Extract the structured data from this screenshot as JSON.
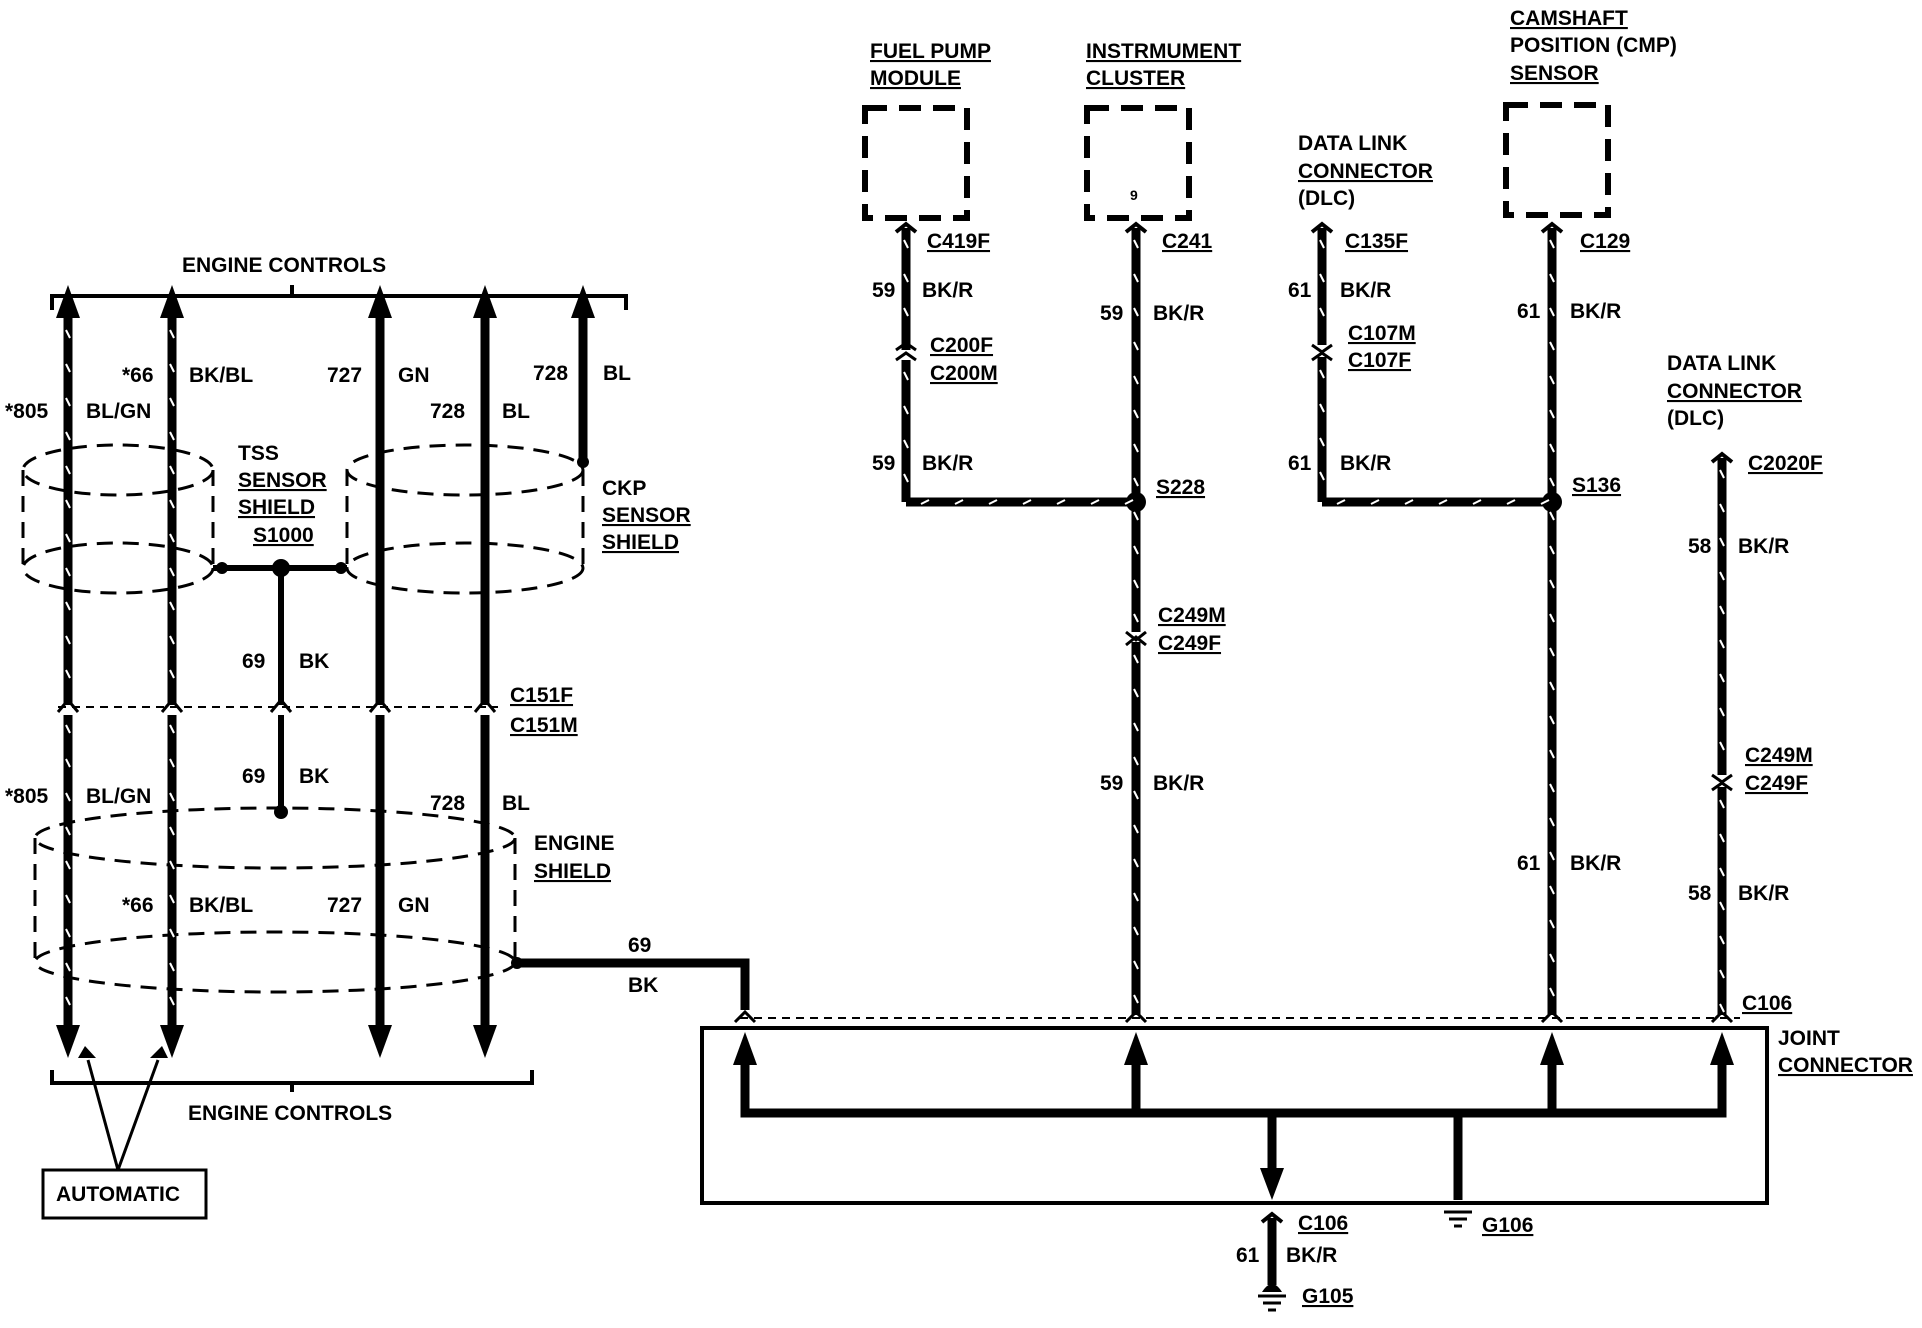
{
  "groups": {
    "engine_controls_top": "ENGINE CONTROLS",
    "engine_controls_bottom": "ENGINE CONTROLS",
    "automatic": "AUTOMATIC"
  },
  "components": {
    "fuel_pump": [
      "FUEL PUMP",
      "MODULE"
    ],
    "instrument_cluster": [
      "INSTRMUMENT",
      "CLUSTER"
    ],
    "cluster_pin": "9",
    "dlc_upper": [
      "DATA LINK",
      "CONNECTOR",
      "(DLC)"
    ],
    "cmp_sensor": [
      "CAMSHAFT",
      "POSITION (CMP)",
      "SENSOR"
    ],
    "dlc_right": [
      "DATA LINK",
      "CONNECTOR",
      "(DLC)"
    ],
    "tss_shield": [
      "TSS",
      "SENSOR",
      "SHIELD",
      "S1000"
    ],
    "ckp_shield": [
      "CKP",
      "SENSOR",
      "SHIELD"
    ],
    "engine_shield": [
      "ENGINE",
      "SHIELD"
    ],
    "joint_connector": [
      "JOINT",
      "CONNECTOR"
    ]
  },
  "connectors": {
    "c419f": "C419F",
    "c241": "C241",
    "c135f": "C135F",
    "c129": "C129",
    "c200f": "C200F",
    "c200m": "C200M",
    "c107m": "C107M",
    "c107f": "C107F",
    "s228": "S228",
    "s136": "S136",
    "c2020f": "C2020F",
    "c249m_a": "C249M",
    "c249f_a": "C249F",
    "c249m_b": "C249M",
    "c249f_b": "C249F",
    "c151f": "C151F",
    "c151m": "C151M",
    "c106_top": "C106",
    "c106_bottom": "C106",
    "g106": "G106",
    "g105": "G105"
  },
  "circuits": {
    "w805": "*805",
    "w66": "*66",
    "w727": "727",
    "w728": "728",
    "w69": "69",
    "w59": "59",
    "w61": "61",
    "w58": "58",
    "blgn": "BL/GN",
    "bkbl": "BK/BL",
    "gn": "GN",
    "bl": "BL",
    "bk": "BK",
    "bkr": "BK/R"
  }
}
